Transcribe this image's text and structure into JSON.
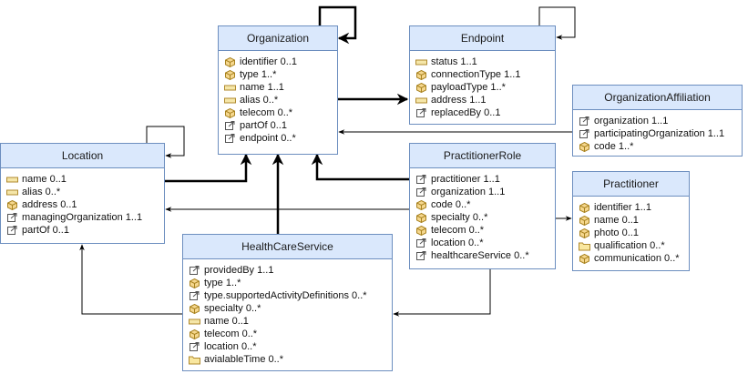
{
  "classes": {
    "organization": {
      "title": "Organization",
      "attributes": [
        {
          "label": "identifier 0..1",
          "icon": "datatype-icon"
        },
        {
          "label": "type 1..*",
          "icon": "datatype-icon"
        },
        {
          "label": "name 1..1",
          "icon": "primitive-icon"
        },
        {
          "label": "alias 0..*",
          "icon": "primitive-icon"
        },
        {
          "label": "telecom 0..*",
          "icon": "datatype-icon"
        },
        {
          "label": "partOf 0..1",
          "icon": "reference-icon"
        },
        {
          "label": "endpoint 0..*",
          "icon": "reference-icon"
        }
      ]
    },
    "endpoint": {
      "title": "Endpoint",
      "attributes": [
        {
          "label": "status 1..1",
          "icon": "primitive-icon"
        },
        {
          "label": "connectionType 1..1",
          "icon": "datatype-icon"
        },
        {
          "label": "payloadType 1..*",
          "icon": "datatype-icon"
        },
        {
          "label": "address 1..1",
          "icon": "primitive-icon"
        },
        {
          "label": "replacedBy 0..1",
          "icon": "reference-icon"
        }
      ]
    },
    "organization_affiliation": {
      "title": "OrganizationAffiliation",
      "attributes": [
        {
          "label": "organization 1..1",
          "icon": "reference-icon"
        },
        {
          "label": "participatingOrganization 1..1",
          "icon": "reference-icon"
        },
        {
          "label": "code 1..*",
          "icon": "datatype-icon"
        }
      ]
    },
    "location": {
      "title": "Location",
      "attributes": [
        {
          "label": "name 0..1",
          "icon": "primitive-icon"
        },
        {
          "label": "alias 0..*",
          "icon": "primitive-icon"
        },
        {
          "label": "address 0..1",
          "icon": "datatype-icon"
        },
        {
          "label": "managingOrganization 1..1",
          "icon": "reference-icon"
        },
        {
          "label": "partOf 0..1",
          "icon": "reference-icon"
        }
      ]
    },
    "practitioner_role": {
      "title": "PractitionerRole",
      "attributes": [
        {
          "label": "practitioner 1..1",
          "icon": "reference-icon"
        },
        {
          "label": "organization 1..1",
          "icon": "reference-icon"
        },
        {
          "label": "code 0..*",
          "icon": "datatype-icon"
        },
        {
          "label": "specialty 0..*",
          "icon": "datatype-icon"
        },
        {
          "label": "telecom 0..*",
          "icon": "datatype-icon"
        },
        {
          "label": "location 0..*",
          "icon": "reference-icon"
        },
        {
          "label": "healthcareService 0..*",
          "icon": "reference-icon"
        }
      ]
    },
    "practitioner": {
      "title": "Practitioner",
      "attributes": [
        {
          "label": "identifier 1..1",
          "icon": "datatype-icon"
        },
        {
          "label": "name 0..1",
          "icon": "datatype-icon"
        },
        {
          "label": "photo 0..1",
          "icon": "datatype-icon"
        },
        {
          "label": "qualification 0..*",
          "icon": "backbone-icon"
        },
        {
          "label": "communication 0..*",
          "icon": "datatype-icon"
        }
      ]
    },
    "healthcare_service": {
      "title": "HealthCareService",
      "attributes": [
        {
          "label": "providedBy 1..1",
          "icon": "reference-icon"
        },
        {
          "label": "type 1..*",
          "icon": "datatype-icon"
        },
        {
          "label": "type.supportedActivityDefinitions 0..*",
          "icon": "reference-icon"
        },
        {
          "label": "specialty 0..*",
          "icon": "datatype-icon"
        },
        {
          "label": "name 0..1",
          "icon": "primitive-icon"
        },
        {
          "label": "telecom 0..*",
          "icon": "datatype-icon"
        },
        {
          "label": "location 0..*",
          "icon": "reference-icon"
        },
        {
          "label": "avialableTime 0..*",
          "icon": "backbone-icon"
        }
      ]
    }
  },
  "relationships": [
    {
      "from": "Organization",
      "to": "Organization",
      "style": "bold"
    },
    {
      "from": "Organization",
      "to": "Endpoint",
      "style": "bold"
    },
    {
      "from": "Endpoint",
      "to": "Endpoint",
      "style": "thin"
    },
    {
      "from": "OrganizationAffiliation",
      "to": "Organization",
      "style": "thin"
    },
    {
      "from": "Location",
      "to": "Organization",
      "style": "bold"
    },
    {
      "from": "Location",
      "to": "Location",
      "style": "thin"
    },
    {
      "from": "PractitionerRole",
      "to": "Organization",
      "style": "bold"
    },
    {
      "from": "PractitionerRole",
      "to": "Location",
      "style": "thin"
    },
    {
      "from": "PractitionerRole",
      "to": "Practitioner",
      "style": "thin"
    },
    {
      "from": "PractitionerRole",
      "to": "HealthCareService",
      "style": "thin"
    },
    {
      "from": "HealthCareService",
      "to": "Organization",
      "style": "bold"
    },
    {
      "from": "HealthCareService",
      "to": "Location",
      "style": "thin"
    }
  ],
  "colors": {
    "header_fill": "#dae8fc",
    "border": "#6c8ebf",
    "primitive_icon": "#f5e6a8",
    "datatype_icon": "#f5d78e",
    "backbone_icon": "#f9e79f",
    "connector": "#000000"
  }
}
